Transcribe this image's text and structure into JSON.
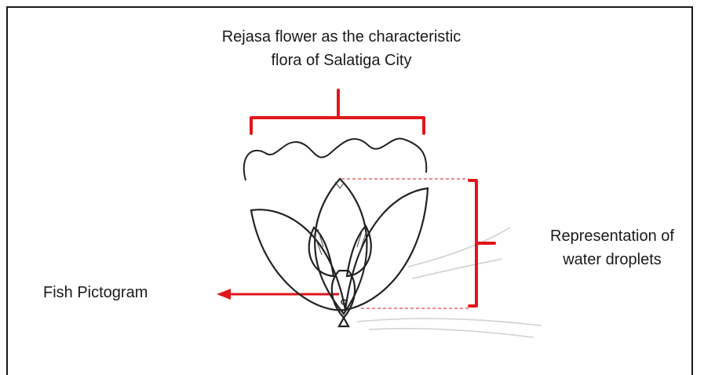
{
  "labels": {
    "top_line1": "Rejasa flower as the characteristic",
    "top_line2": "flora of Salatiga City",
    "right_line1": "Representation of",
    "right_line2": "water droplets",
    "left": "Fish Pictogram"
  },
  "colors": {
    "annotation": "#e0161b",
    "sketch": "#222222",
    "frame": "#1a1a1a"
  }
}
